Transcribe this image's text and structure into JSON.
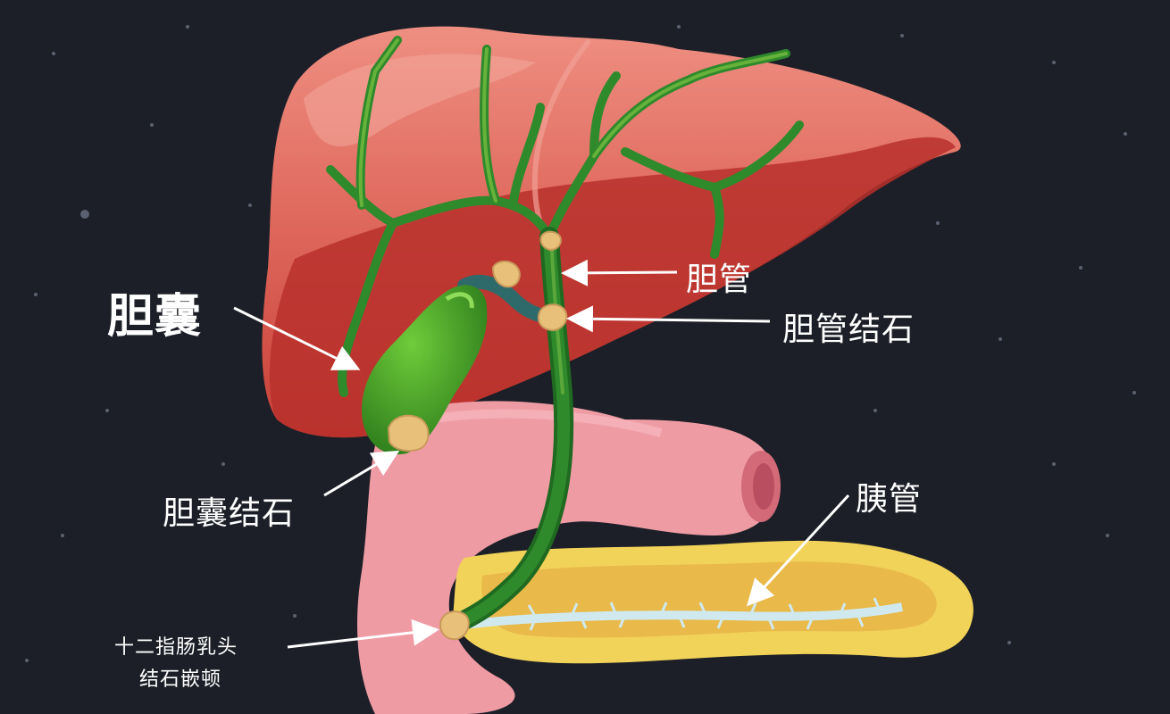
{
  "labels": {
    "gallbladder": "胆囊",
    "bile_duct": "胆管",
    "bile_duct_stone": "胆管结石",
    "gallbladder_stone": "胆囊结石",
    "pancreatic_duct": "胰管",
    "papilla_line1": "十二指肠乳头",
    "papilla_line2": "结石嵌顿"
  },
  "colors": {
    "background": "#1c1f27",
    "liver": "#d9564f",
    "liver_light": "#ec8c80",
    "liver_dark": "#b8302c",
    "bile": "#2f8a2c",
    "bile_light": "#66b23a",
    "gallbladder": "#3f9e24",
    "stone": "#e8c07a",
    "duodenum": "#ee9aa2",
    "pancreas": "#f2d35a",
    "pancreatic_duct": "#cfe9ef",
    "arrow": "#ffffff",
    "text": "#ffffff"
  }
}
